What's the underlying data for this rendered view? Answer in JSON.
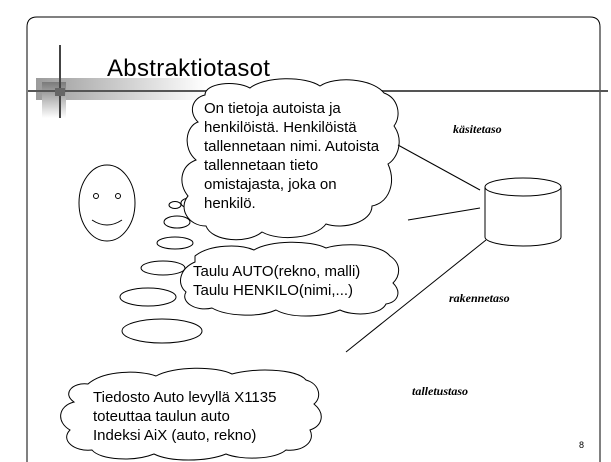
{
  "slide": {
    "title": "Abstraktiotasot",
    "page_number": "8"
  },
  "clouds": {
    "conceptual": "On tietoja autoista ja\nhenkilöistä. Henkilöistä\ntallennetaan nimi. Autoista\ntallennetaan tieto\nomistajasta, joka on\nhenkilö.",
    "structural": "Taulu AUTO(rekno, malli)\nTaulu  HENKILO(nimi,...)",
    "physical": "Tiedosto Auto levyllä X1135\ntoteuttaa taulun auto\nIndeksi AiX (auto, rekno)"
  },
  "levels": {
    "conceptual": "käsitetaso",
    "structural": "rakennetaso",
    "physical": "talletustaso"
  },
  "colors": {
    "background": "#ffffff",
    "line": "#000000",
    "corner_decoration": "#808080"
  }
}
